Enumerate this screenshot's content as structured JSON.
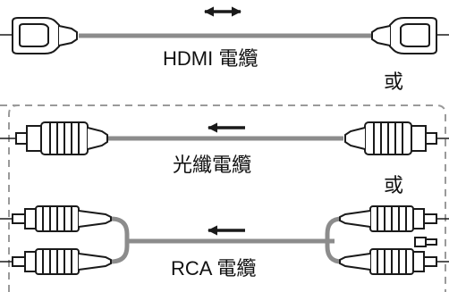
{
  "hdmi": {
    "label": "HDMI 電纜",
    "arrow": "bidirectional"
  },
  "optical": {
    "label": "光纖電纜",
    "arrow": "left"
  },
  "rca": {
    "label": "RCA 電纜",
    "arrow": "left"
  },
  "or_label": "或",
  "colors": {
    "stroke": "#1a1a1a",
    "cable": "#8c8c8c",
    "dashed_border": "#9a9a9a"
  }
}
